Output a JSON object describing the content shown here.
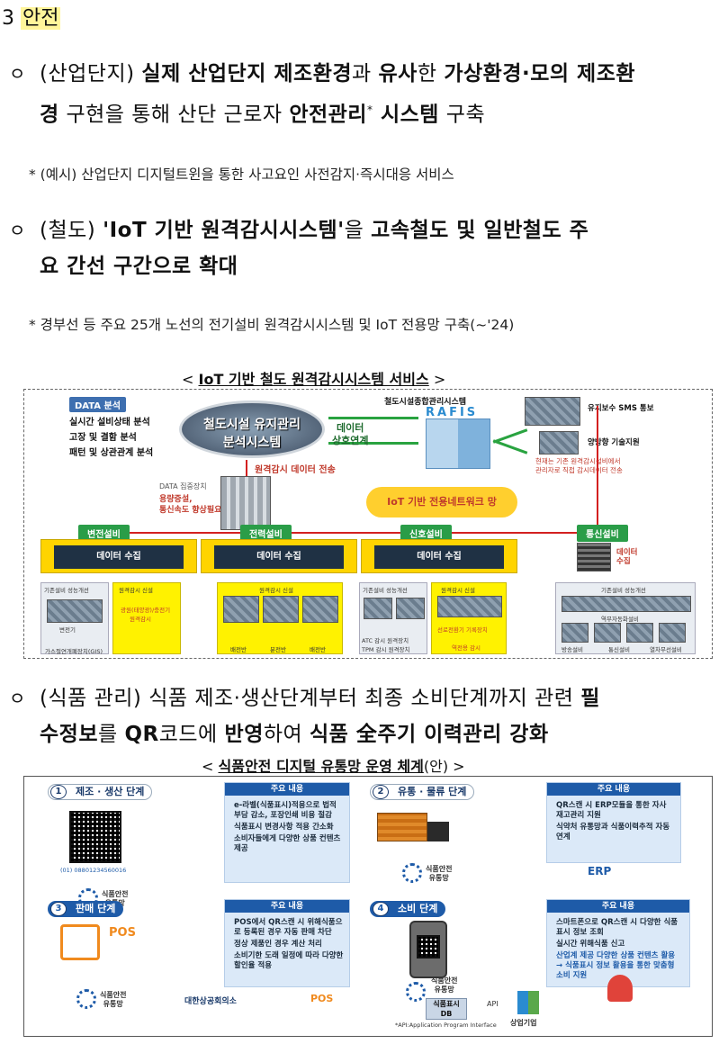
{
  "section": {
    "number": "3",
    "title": "안전"
  },
  "bullet_industrial": {
    "mark": "ㅇ",
    "prefix": "(산업단지) ",
    "b1": "실제 산업단지 제조환경",
    "t1": "과 ",
    "b2": "유사",
    "t2": "한 ",
    "b3": "가상환경·모의 제조환",
    "line2_b": "경",
    "line2_t": " 구현을 통해 산단 근로자 ",
    "line2_b2": "안전관리",
    "sup": "*",
    "line2_b3": " 시스템",
    "line2_t2": " 구축"
  },
  "note_industrial": "* (예시) 산업단지 디지털트윈을 통한 사고요인 사전감지·즉시대응 서비스",
  "bullet_rail": {
    "mark": "ㅇ",
    "prefix": "(철도) ",
    "b1": "'IoT 기반 원격감시시스템'",
    "t1": "을 ",
    "b2": "고속철도 및 일반철도 주",
    "line2": "요 간선 구간으로 확대"
  },
  "note_rail": "* 경부선 등 주요 25개 노선의 전기설비 원격감시시스템 및 IoT 전용망 구축(~'24)",
  "iot_figure": {
    "title_open": "< ",
    "title": "IoT 기반 철도 원격감시시스템 서비스",
    "title_close": " >",
    "data_tag": "DATA 분석",
    "data_lines": [
      "실시간 설비상태 분석",
      "고장 및 결함 분석",
      "패턴 및 상관관계 분석"
    ],
    "center": [
      "철도시설 유지관리",
      "분석시스템"
    ],
    "exchange": [
      "데이터",
      "상호연계"
    ],
    "rafis_label": "철도시설종합관리시스템",
    "rafis": "RAFIS",
    "sms": "유지보수 SMS 통보",
    "tech": "양방향 기술지원",
    "current_note": [
      "현재는 기존 원격감시설비에서",
      "관리자로 직접 감시데이터 전송"
    ],
    "remote_transfer": "원격감시 데이터 전송",
    "collect_tag": "DATA 집중장치",
    "collect_note": [
      "용량증설,",
      "통신속도 향상필요"
    ],
    "network": "IoT 기반 전용네트워크 망",
    "categories": [
      "변전설비",
      "전력설비",
      "신호설비",
      "통신설비"
    ],
    "collect": "데이터 수집",
    "comm_collect": [
      "데이터",
      "수집"
    ],
    "sub_existing": "기존설비 성능개선",
    "sub_remote": "원격감시 신설",
    "sub_power_remote": "원격감시 신설",
    "sub_comm": "기존설비 성능개선",
    "yellow1_text": [
      "광원(태양광)/충전기",
      "원격감시"
    ],
    "grey1_a": "변전기",
    "grey1_b": "가스절연개폐장치(GIS)",
    "sig_a": "ATC 감시 원격장치",
    "sig_b": "TPM 감시 원격장치",
    "sig_c": "선로전환기 기록장치",
    "sig_d": "역전용 감시",
    "power_a": "배전반",
    "power_b": "분전반",
    "power_c": "배전반",
    "comm_a": "역무자동화설비",
    "comm_b": "방송설비",
    "comm_c": "통신설비",
    "comm_d": "열차무선설비"
  },
  "bullet_food": {
    "mark": "ㅇ",
    "prefix": "(식품 관리) 식품 제조·생산단계부터 최종 소비단계까지 관련 ",
    "b1": "필",
    "line2_b": "수정보",
    "line2_t": "를 ",
    "line2_b2": "QR",
    "line2_t2": "코드에 ",
    "line2_b3": "반영",
    "line2_t3": "하여 ",
    "line2_b4": "식품 全주기 이력관리 강화"
  },
  "food_figure": {
    "title_open": "< ",
    "title": "식품안전 디지털 유통망 운영 체계",
    "title_suffix": "(안)",
    "title_close": " >",
    "stages": [
      {
        "num": "1",
        "label": "제조 · 생산 단계"
      },
      {
        "num": "2",
        "label": "유통 · 물류 단계"
      },
      {
        "num": "3",
        "label": "판매 단계"
      },
      {
        "num": "4",
        "label": "소비 단계"
      }
    ],
    "content_head": "주요 내용",
    "stage1_items": [
      "e-라벨(식품표시)적용으로 법적 부담 감소, 포장인쇄 비용 절감",
      "식품표시 변경사항 적용 간소화",
      "소비자들에게 다양한 상품 컨텐츠 제공"
    ],
    "stage2_items": [
      "QR스캔 시 ERP모듈을 통한 자사 재고관리 지원",
      "식약처 유통망과 식품이력추적 자동 연계"
    ],
    "stage3_items": [
      "POS에서 QR스캔 시 위해식품으로 등록된 경우 자동 판매 차단",
      "정상 제품인 경우 계산 처리",
      "소비기한 도래 일정에 따라 다양한 할인율 적용"
    ],
    "stage4_items": [
      "스마트폰으로 QR스캔 시 다양한 식품표시 정보 조회",
      "실시간 위해식품 신고",
      "산업계 제공 다양한 상품 컨텐츠 활용 → 식품표시 정보 활용을 통한 맞춤형 소비 지원"
    ],
    "qr_code_text": "(01) 08801234560016",
    "gear_label": [
      "식품안전",
      "유통망"
    ],
    "erp": "ERP",
    "pos": "POS",
    "chamber": "대한상공회의소",
    "db": [
      "식품표시",
      "DB"
    ],
    "api": "API",
    "api_note": "*API:Application Program Interface",
    "company": "상업기업"
  },
  "colors": {
    "highlight": "#fff59a",
    "accent_blue": "#1e5ba8",
    "green": "#2a9d48",
    "red": "#d32020",
    "yellow": "#ffd400"
  }
}
